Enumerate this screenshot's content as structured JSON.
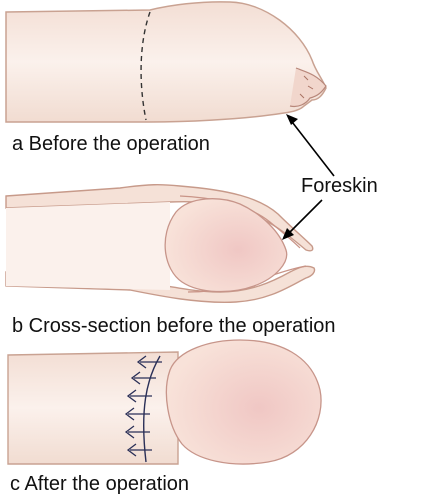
{
  "panels": {
    "a": {
      "caption": "a  Before the operation"
    },
    "b": {
      "caption": "b  Cross-section before the operation"
    },
    "c": {
      "caption": "c  After the operation"
    }
  },
  "callout": {
    "label": "Foreskin"
  },
  "colors": {
    "skin_fill": "#f6e4da",
    "skin_outline": "#c79a8a",
    "glans_fill": "#f2cfc8",
    "suture": "#2a2f57",
    "arrow": "#000000"
  }
}
